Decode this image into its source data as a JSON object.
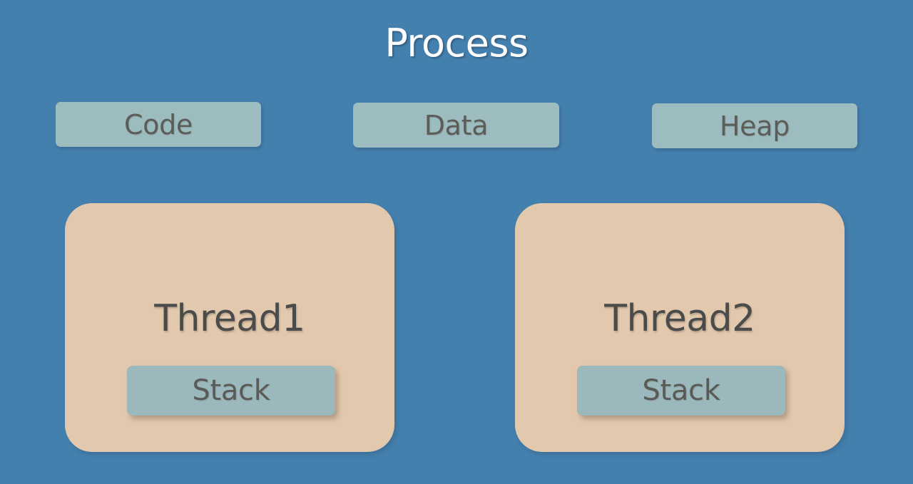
{
  "diagram": {
    "title": "Process",
    "background_color": "#4480ae",
    "segments": [
      {
        "label": "Code",
        "fill_color": "#9dbcc0",
        "text_color": "#5c5c58"
      },
      {
        "label": "Data",
        "fill_color": "#9dbcc0",
        "text_color": "#5c5c58"
      },
      {
        "label": "Heap",
        "fill_color": "#9dbcc0",
        "text_color": "#5c5c58"
      }
    ],
    "threads": [
      {
        "label": "Thread1",
        "fill_color": "#e2c9ad",
        "text_color": "#4b4b4b",
        "stack": {
          "label": "Stack",
          "fill_color": "#9bb8bc",
          "text_color": "#5a5a56"
        }
      },
      {
        "label": "Thread2",
        "fill_color": "#e2c9ad",
        "text_color": "#4b4b4b",
        "stack": {
          "label": "Stack",
          "fill_color": "#9bb8bc",
          "text_color": "#5a5a56"
        }
      }
    ]
  }
}
